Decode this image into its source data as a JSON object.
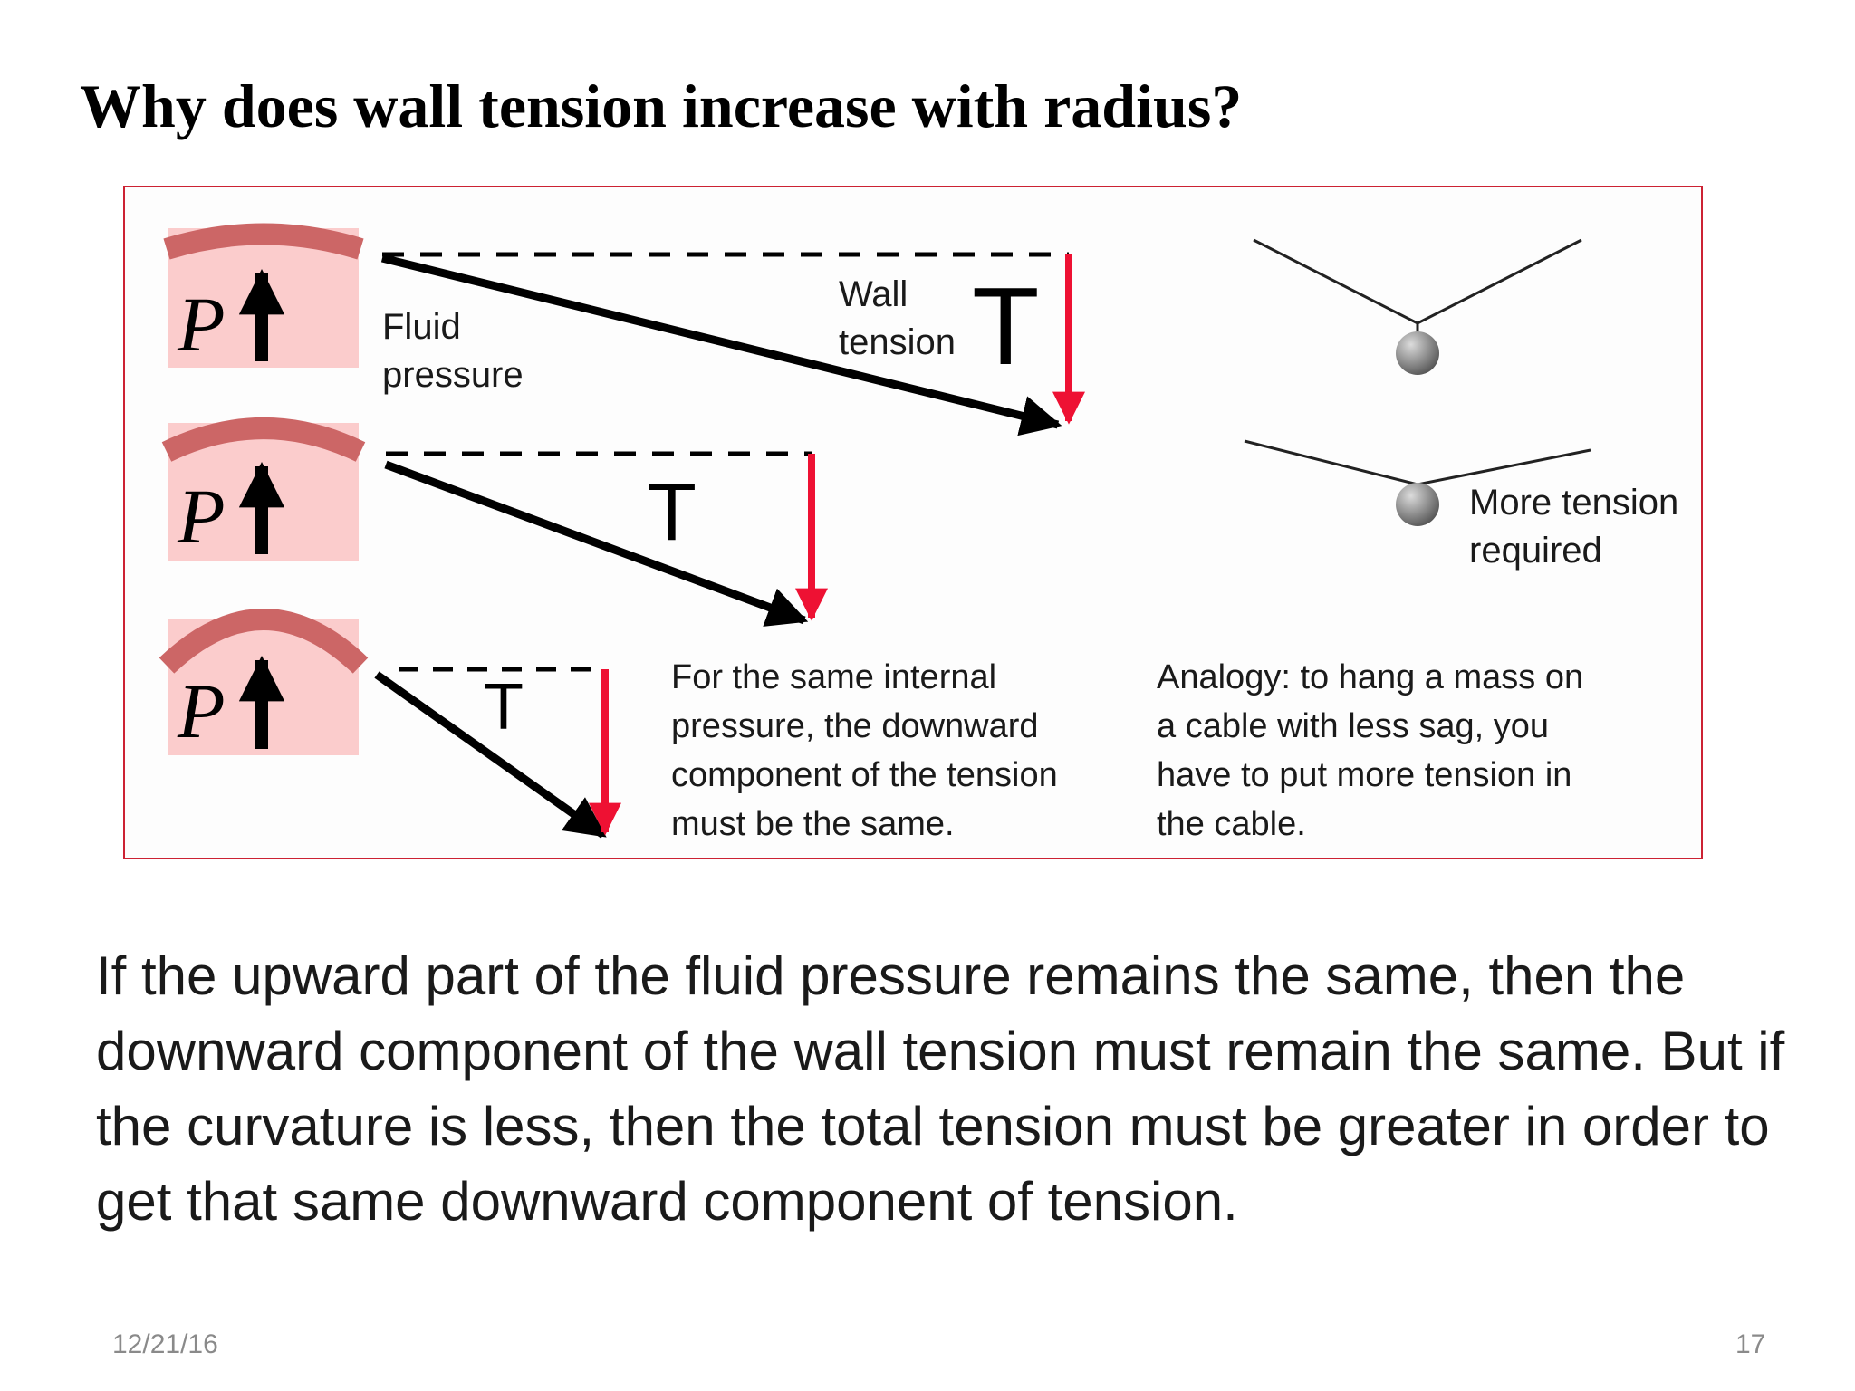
{
  "slide": {
    "title": "Why does wall tension increase with radius?",
    "body": "If the upward part of the fluid pressure remains the same, then the downward component of the wall tension must remain the same. But if the curvature is less, then the total tension must be greater in order to get that same downward component of tension.",
    "date": "12/21/16",
    "page_number": "17"
  },
  "figure": {
    "pressure_symbol": "P",
    "labels": {
      "fluid_pressure": [
        "Fluid",
        "pressure"
      ],
      "wall_tension": [
        "Wall",
        "tension"
      ],
      "tension_symbol": "T",
      "more_tension": [
        "More tension",
        "required"
      ]
    },
    "caption_left": [
      "For the same internal",
      "pressure, the downward",
      "component of the tension",
      "must be the same."
    ],
    "caption_right": [
      "Analogy: to hang a mass on",
      "a cable with less sag, you",
      "have to put more tension in",
      "the cable."
    ]
  },
  "colors": {
    "frame_border": "#cc2233",
    "wall_red": "#cc6666",
    "fluid_pink": "#fbcccc",
    "force_red": "#ee1133",
    "ink": "#000000",
    "mass_gray": "#777777"
  }
}
